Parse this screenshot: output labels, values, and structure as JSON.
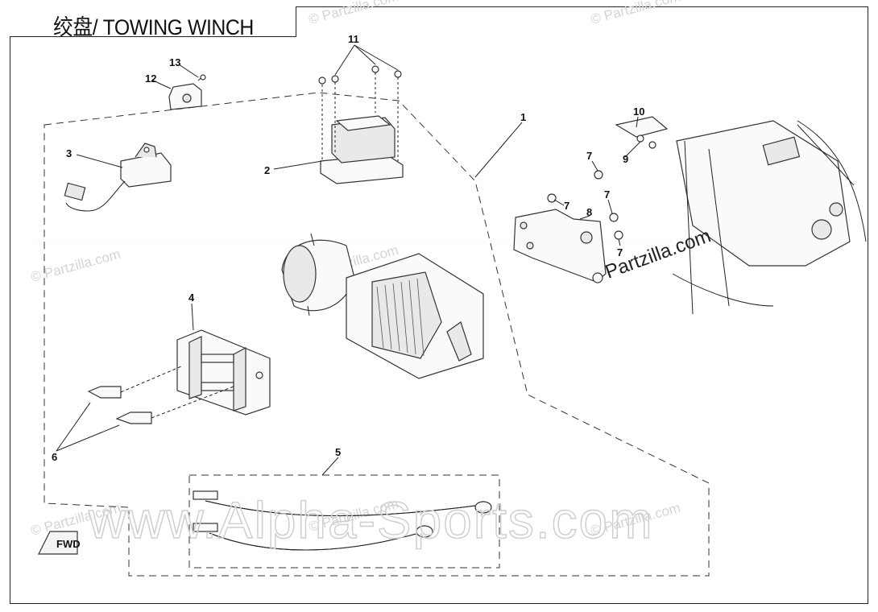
{
  "title": "绞盘/ TOWING WINCH",
  "callouts": {
    "c1": "1",
    "c2": "2",
    "c3": "3",
    "c4": "4",
    "c5": "5",
    "c6": "6",
    "c7a": "7",
    "c7b": "7",
    "c7c": "7",
    "c7d": "7",
    "c8": "8",
    "c9": "9",
    "c10": "10",
    "c11": "11",
    "c12": "12",
    "c13": "13"
  },
  "watermarks": {
    "partzilla_small": "© Partzilla.com",
    "partzilla_large": "Partzilla.com",
    "alpha": "www.Alpha-Sports.com"
  },
  "forward_marker": "FWD",
  "icons": {
    "copyright": "copyright-icon",
    "forward": "forward-arrow-icon"
  }
}
